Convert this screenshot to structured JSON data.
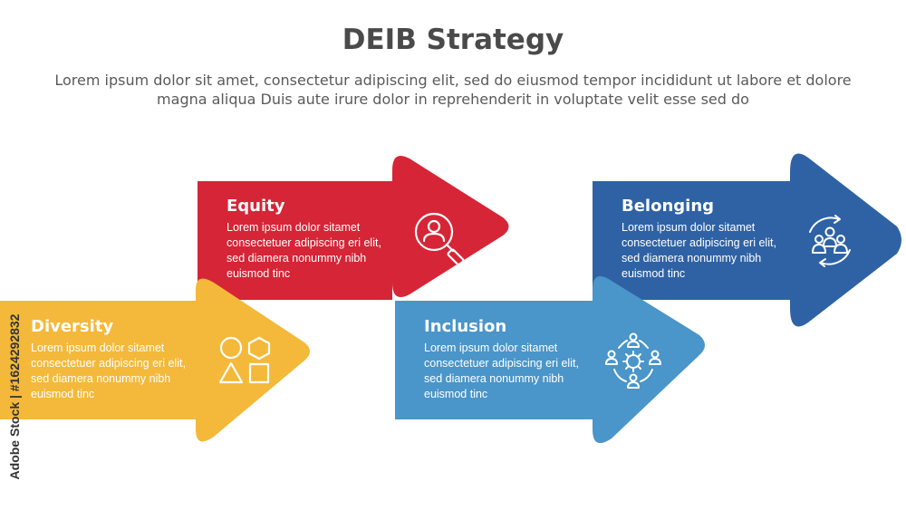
{
  "header": {
    "title": "DEIB Strategy",
    "subtitle": "Lorem ipsum dolor sit amet, consectetur adipiscing elit, sed do eiusmod tempor incididunt ut labore et dolore magna aliqua Duis aute irure dolor in reprehenderit in voluptate velit esse sed do"
  },
  "colors": {
    "diversity": "#f4b93a",
    "equity": "#d62536",
    "inclusion": "#4a95c9",
    "belonging": "#2f62a5"
  },
  "cards": {
    "diversity": {
      "title": "Diversity",
      "body": "Lorem ipsum dolor sitamet consectetuer adipiscing eri elit, sed diamera nonummy nibh euismod tinc",
      "icon": "shapes-icon"
    },
    "equity": {
      "title": "Equity",
      "body": "Lorem ipsum dolor sitamet consectetuer adipiscing eri elit, sed diamera nonummy nibh euismod tinc",
      "icon": "person-search-icon"
    },
    "inclusion": {
      "title": "Inclusion",
      "body": "Lorem ipsum dolor sitamet consectetuer adipiscing eri elit, sed diamera nonummy nibh euismod tinc",
      "icon": "team-gear-icon"
    },
    "belonging": {
      "title": "Belonging",
      "body": "Lorem ipsum dolor sitamet consectetuer adipiscing eri elit, sed diamera nonummy nibh euismod tinc",
      "icon": "group-cycle-icon"
    }
  },
  "watermark": {
    "side_text": "Adobe Stock | #1624292832"
  }
}
